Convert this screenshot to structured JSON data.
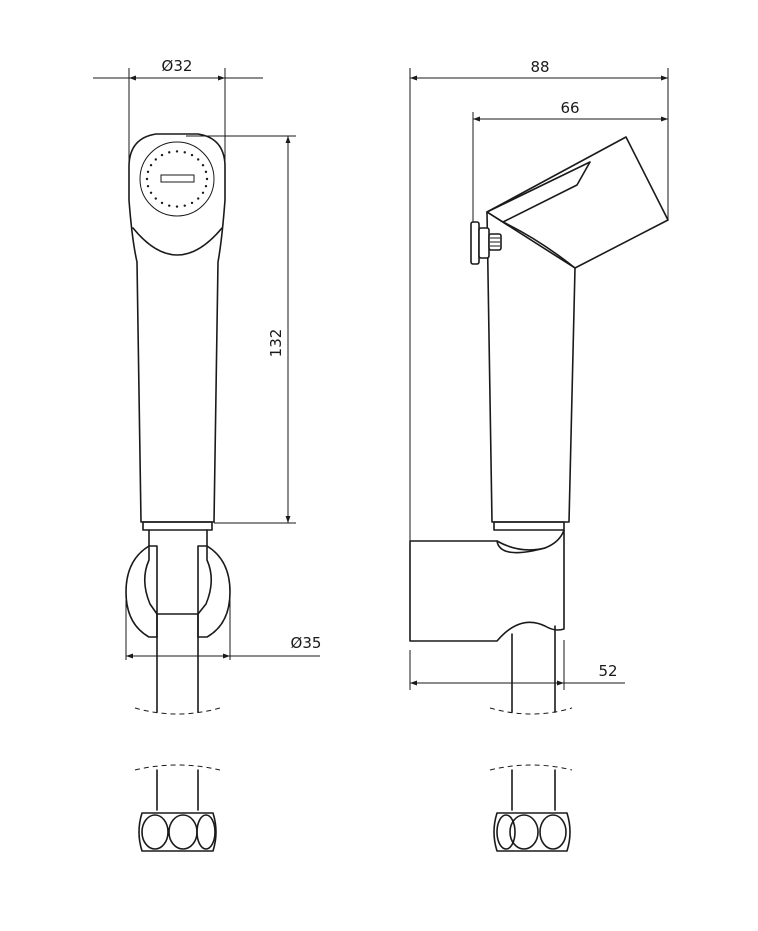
{
  "dimensions": {
    "head_diameter": "Ø32",
    "handle_length": "132",
    "holder_diameter": "Ø35",
    "total_depth": "88",
    "head_depth": "66",
    "holder_depth": "52"
  }
}
